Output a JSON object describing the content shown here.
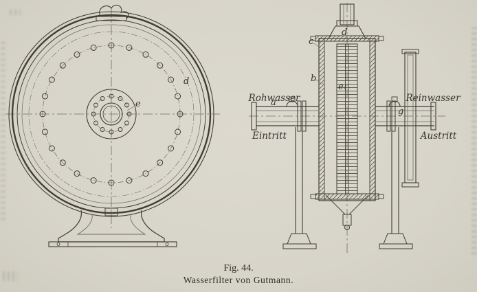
{
  "figure": {
    "number": "Fig. 44.",
    "caption": "Wasserfilter von Gutmann."
  },
  "labels": {
    "front_view": {
      "d": "d",
      "e": "e"
    },
    "section_view": {
      "c": "c",
      "d": "d",
      "b": "b",
      "e1": "e₁",
      "a": "a",
      "g": "g",
      "inlet_word": "Rohwasser",
      "inlet_word2": "Eintritt",
      "outlet_word": "Reinwasser",
      "outlet_word2": "Austritt"
    }
  },
  "colors": {
    "paper": "#d8d5ca",
    "ink": "#3f3d34"
  }
}
